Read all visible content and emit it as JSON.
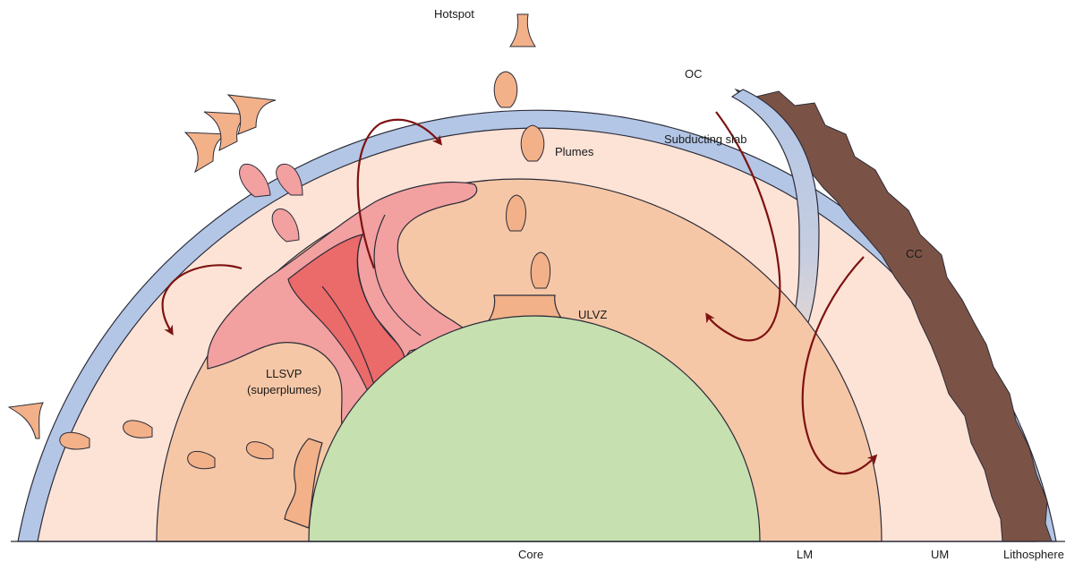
{
  "colors": {
    "crust_blue": "#b3c6e6",
    "upper_mantle": "#fce3d6",
    "lower_mantle": "#f6c7a6",
    "core": "#c6e0b0",
    "plume": "#f3b189",
    "llsvp_light": "#f2a0a0",
    "llsvp_dark": "#eb6a6a",
    "continent": "#7b5346",
    "arrow": "#7d1212",
    "outline": "#2b2b38"
  },
  "labels": {
    "hotspot": "Hotspot",
    "oc": "OC",
    "plumes": "Plumes",
    "subducting_slab": "Subducting slab",
    "cc": "CC",
    "ulvz": "ULVZ",
    "llsvp_line1": "LLSVP",
    "llsvp_line2": "(superplumes)",
    "core": "Core",
    "lm": "LM",
    "um": "UM",
    "lithosphere": "Lithosphere"
  },
  "icons": {
    "plume": "plume-shape",
    "arrow": "curved-arrow"
  }
}
